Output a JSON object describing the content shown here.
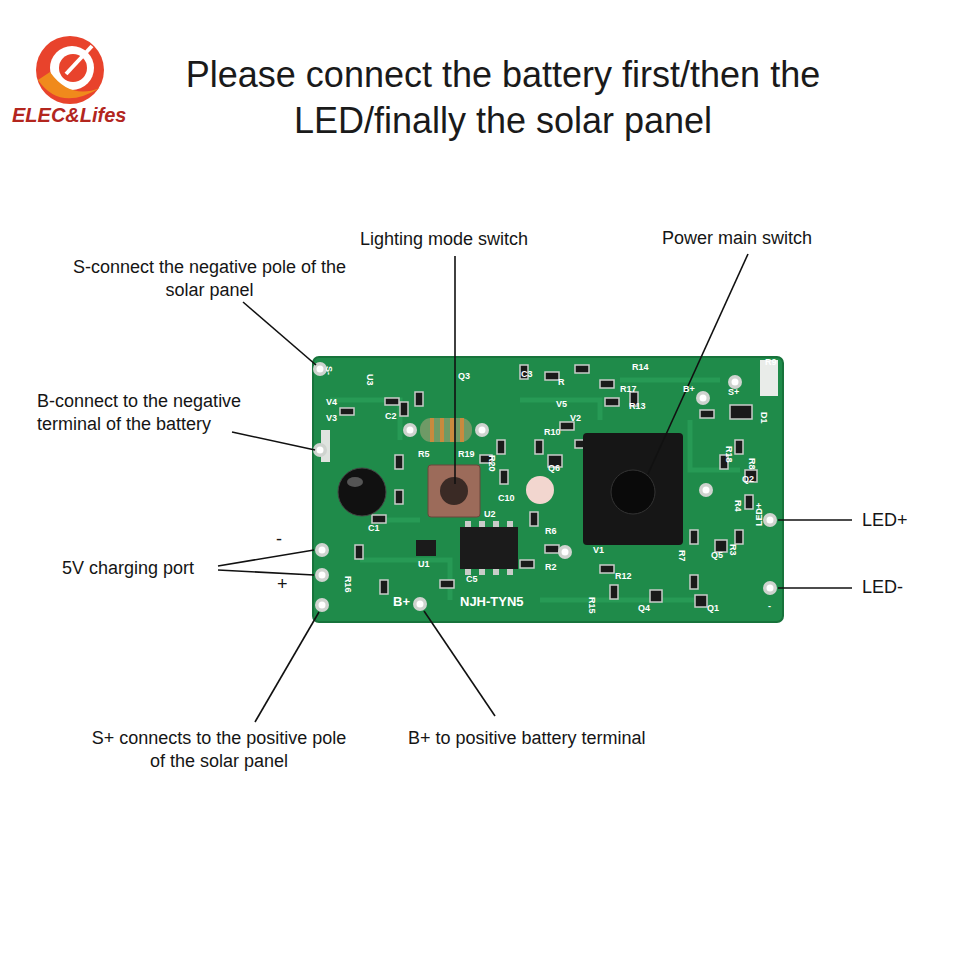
{
  "diagram": {
    "title": "Please connect the battery first/then the LED/finally the solar panel",
    "labels": [
      "ELEC&Lifes",
      "Lighting mode switch",
      "Power main switch",
      "S-connect the negative pole of the solar panel",
      "B-connect to the negative terminal of the battery",
      "-",
      "5V charging port",
      "+",
      "LED+",
      "LED-",
      "S+ connects to the positive pole of the solar panel",
      "B+ to positive battery terminal",
      "S-",
      "V4",
      "V3",
      "U3",
      "C2",
      "Q3",
      "R5",
      "R19",
      "R20",
      "C10",
      "U2",
      "C5",
      "R16",
      "U1",
      "C1",
      "B+",
      "NJH-TYN5",
      "R2",
      "R6",
      "V1",
      "R12",
      "R15",
      "Q4",
      "R7",
      "Q5",
      "R3",
      "Q1",
      "R4",
      "R8",
      "R18",
      "Q2",
      "LED+",
      "D1",
      "S+",
      "B+",
      "R9",
      "R13",
      "R17",
      "R14",
      "V5",
      "V2",
      "R10",
      "Q6",
      "C3",
      "R",
      "-"
    ]
  }
}
